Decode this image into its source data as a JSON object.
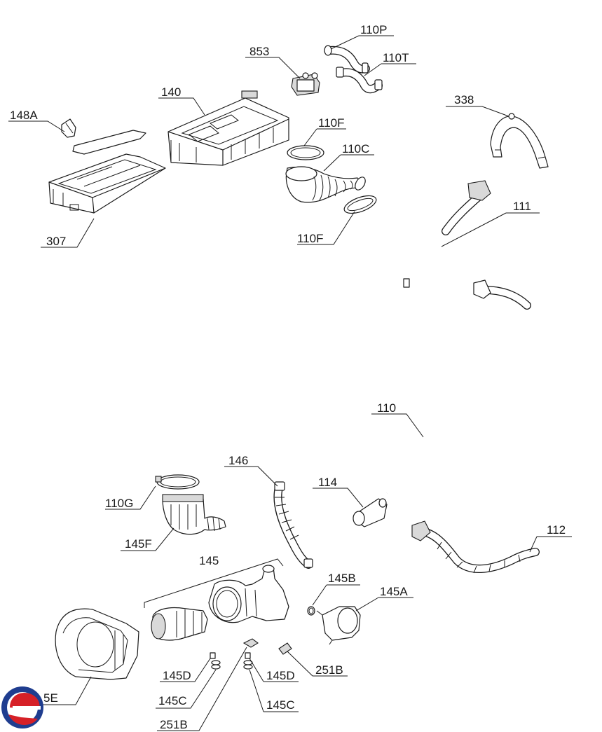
{
  "diagram": {
    "labels": {
      "l110P": "110P",
      "l853": "853",
      "l110T": "110T",
      "l140": "140",
      "l148A": "148A",
      "l110F_top": "110F",
      "l110C": "110C",
      "l338": "338",
      "l110F_bottom": "110F",
      "l307": "307",
      "l111": "111",
      "l110": "110",
      "l146": "146",
      "l114": "114",
      "l110G": "110G",
      "l112": "112",
      "l145F": "145F",
      "l145": "145",
      "l145B": "145B",
      "l145A": "145A",
      "l145D_left": "145D",
      "l145D_right": "145D",
      "l251B_right": "251B",
      "l145E": "5E",
      "l145C_left": "145C",
      "l145C_right": "145C",
      "l251B_left": "251B"
    },
    "colors": {
      "line": "#1a1a1a",
      "logo_blue": "#1f3d8f",
      "logo_red": "#d62027"
    }
  }
}
